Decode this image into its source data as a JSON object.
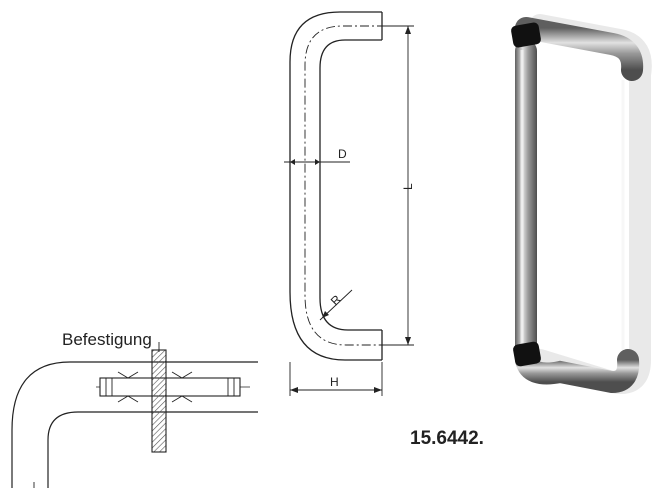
{
  "drawing": {
    "labels": {
      "diameter": "D",
      "length": "L",
      "radius": "R",
      "height": "H"
    },
    "mounting_label": "Befestigung",
    "article_number": "15.6442."
  },
  "colors": {
    "line": "#222222",
    "steel_dark": "#6e6e6e",
    "steel_light": "#d7d7d7",
    "rubber": "#111111",
    "hatch": "#555555"
  }
}
